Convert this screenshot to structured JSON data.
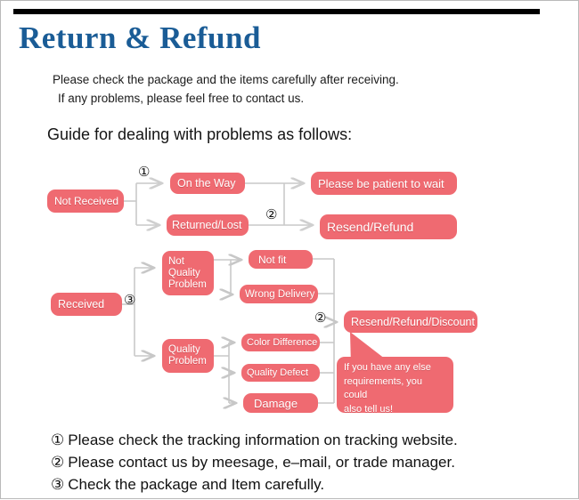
{
  "page": {
    "title": "Return & Refund",
    "title_color": "#1a5c96",
    "accent_color": "#ef6a71",
    "rule_color": "#000000",
    "wire_color": "#c9c9c9"
  },
  "intro": {
    "line1": "Please check the package and the items carefully after receiving.",
    "line2": "If any problems, please feel free to contact us."
  },
  "guide": {
    "heading": "Guide for dealing with problems as follows:"
  },
  "flow": {
    "nodes": {
      "not_received": "Not Received",
      "on_the_way": "On the Way",
      "returned_lost": "Returned/Lost",
      "please_be_patient": "Please be patient to wait",
      "resend_refund": "Resend/Refund",
      "received": "Received",
      "not_quality_problem": "Not Quality Problem",
      "quality_problem": "Quality Problem",
      "not_fit": "Not fit",
      "wrong_delivery": "Wrong Delivery",
      "color_difference": "Color Difference",
      "quality_defect": "Quality Defect",
      "damage": "Damage",
      "resend_refund_discount": "Resend/Refund/Discount"
    },
    "markers": {
      "one": "①",
      "two_top": "②",
      "three": "③",
      "two_bottom": "②"
    },
    "callout": {
      "line1": "If you have any else",
      "line2": "requirements, you could",
      "line3": "also tell us!"
    }
  },
  "notes": [
    {
      "num": "①",
      "text": "Please check the tracking information on tracking website."
    },
    {
      "num": "②",
      "text": "Please contact us by meesage, e–mail, or trade manager."
    },
    {
      "num": "③",
      "text": "Check the package and Item carefully."
    }
  ]
}
